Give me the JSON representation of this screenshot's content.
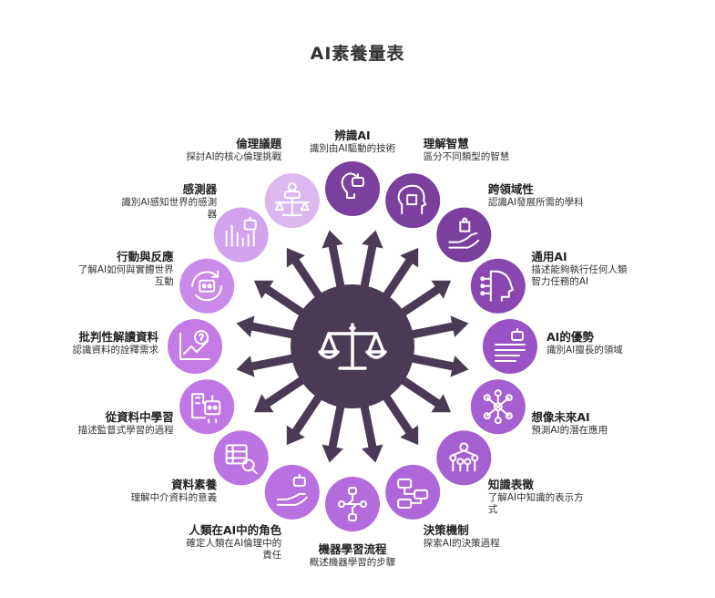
{
  "title": "AI素養量表",
  "colors": {
    "hub": "#4b3a55",
    "arrows": "#4b3a55",
    "dark_purple": "#7b3f9e",
    "mid_purple": "#a55fd0",
    "light_purple": "#c57be6",
    "pale_purple": "#dcb7f0",
    "icon_stroke": "#ffffff"
  },
  "hub": {
    "icon": "balance-scale-icon"
  },
  "items": [
    {
      "title": "辨識AI",
      "desc": "識別由AI驅動的技術",
      "icon": "lightbulb-robot-icon",
      "color": "#7b3f9e"
    },
    {
      "title": "理解智慧",
      "desc": "區分不同類型的智慧",
      "icon": "head-puzzle-icon",
      "color": "#7b3f9e"
    },
    {
      "title": "跨領域性",
      "desc": "認識AI發展所需的學科",
      "icon": "hand-puzzle-icon",
      "color": "#7b3f9e"
    },
    {
      "title": "通用AI",
      "desc": "描述能夠執行任何人類智力任務的AI",
      "icon": "ai-head-icon",
      "color": "#8a47b2"
    },
    {
      "title": "AI的優勢",
      "desc": "識別AI擅長的領域",
      "icon": "robot-list-icon",
      "color": "#9a52c4"
    },
    {
      "title": "想像未來AI",
      "desc": "預測AI的潛在應用",
      "icon": "network-icon",
      "color": "#a55fd0"
    },
    {
      "title": "知識表徵",
      "desc": "了解AI中知識的表示方式",
      "icon": "people-network-icon",
      "color": "#a55fd0"
    },
    {
      "title": "決策機制",
      "desc": "探索AI的決策過程",
      "icon": "flowchart-icon",
      "color": "#ae66d8"
    },
    {
      "title": "機器學習流程",
      "desc": "概述機器學習的步驟",
      "icon": "ml-flow-icon",
      "color": "#b46cdd"
    },
    {
      "title": "人類在AI中的角色",
      "desc": "確定人類在AI倫理中的責任",
      "icon": "hand-robot-icon",
      "color": "#b970e1"
    },
    {
      "title": "資料素養",
      "desc": "理解中介資料的意義",
      "icon": "table-search-icon",
      "color": "#bd74e3"
    },
    {
      "title": "從資料中學習",
      "desc": "描述監督式學習的過程",
      "icon": "book-robot-icon",
      "color": "#c077e5"
    },
    {
      "title": "批判性解讀資料",
      "desc": "認識資料的詮釋需求",
      "icon": "chart-question-icon",
      "color": "#c57be6"
    },
    {
      "title": "行動與反應",
      "desc": "了解AI如何與實體世界互動",
      "icon": "robot-cycle-icon",
      "color": "#c98ae9"
    },
    {
      "title": "感測器",
      "desc": "識別AI感知世界的感測器",
      "icon": "sensor-robot-icon",
      "color": "#d3a3ee"
    },
    {
      "title": "倫理議題",
      "desc": "探討AI的核心倫理挑戰",
      "icon": "ethics-scale-icon",
      "color": "#dcb7f0"
    }
  ]
}
